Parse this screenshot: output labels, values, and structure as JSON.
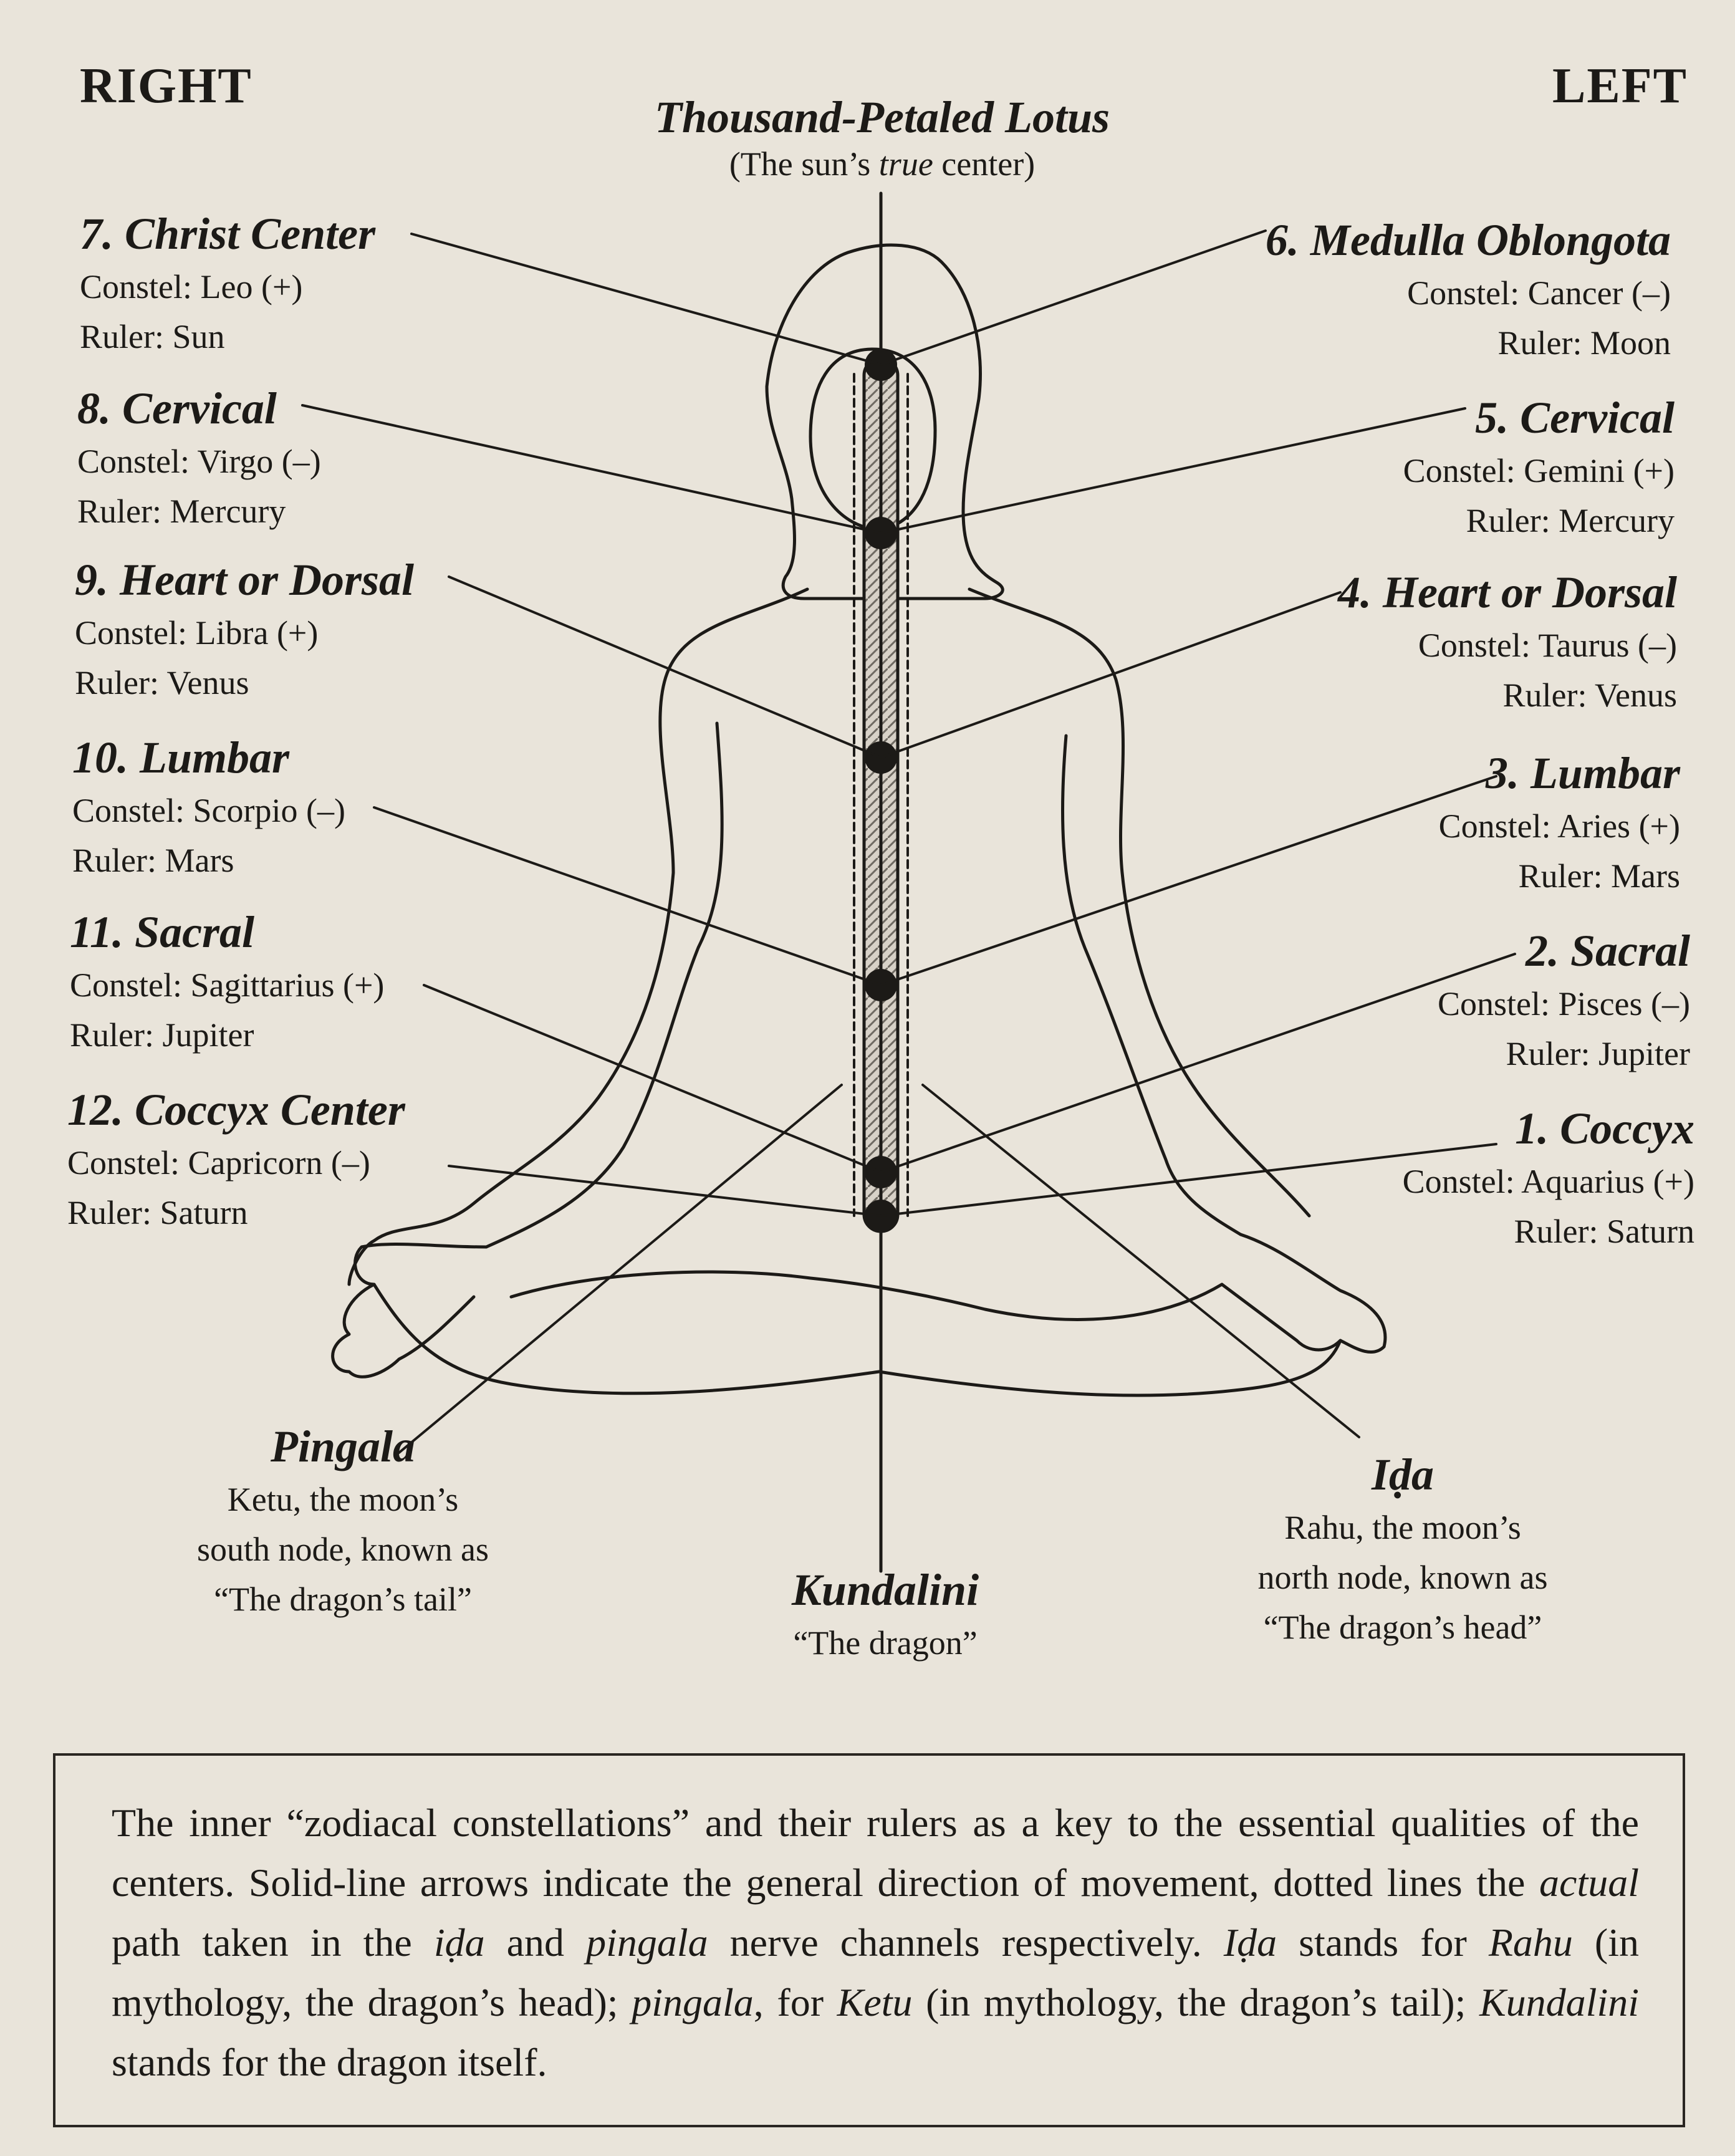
{
  "headers": {
    "right": "RIGHT",
    "left": "LEFT"
  },
  "top": {
    "title": "Thousand-Petaled Lotus",
    "subtitle_pre": "(The sun’s ",
    "subtitle_em": "true",
    "subtitle_post": " center)"
  },
  "centers_right": [
    {
      "title": "7. Christ Center",
      "constel": "Constel: Leo (+)",
      "ruler": "Ruler: Sun"
    },
    {
      "title": "8. Cervical",
      "constel": "Constel: Virgo (–)",
      "ruler": "Ruler: Mercury"
    },
    {
      "title": "9. Heart or Dorsal",
      "constel": "Constel: Libra (+)",
      "ruler": "Ruler: Venus"
    },
    {
      "title": "10. Lumbar",
      "constel": "Constel: Scorpio (–)",
      "ruler": "Ruler: Mars"
    },
    {
      "title": "11. Sacral",
      "constel": "Constel: Sagittarius (+)",
      "ruler": "Ruler: Jupiter"
    },
    {
      "title": "12. Coccyx Center",
      "constel": "Constel: Capricorn (–)",
      "ruler": "Ruler: Saturn"
    }
  ],
  "centers_left": [
    {
      "title": "6. Medulla Oblongota",
      "constel": "Constel: Cancer (–)",
      "ruler": "Ruler: Moon"
    },
    {
      "title": "5. Cervical",
      "constel": "Constel: Gemini (+)",
      "ruler": "Ruler: Mercury"
    },
    {
      "title": "4. Heart or Dorsal",
      "constel": "Constel: Taurus (–)",
      "ruler": "Ruler: Venus"
    },
    {
      "title": "3. Lumbar",
      "constel": "Constel: Aries (+)",
      "ruler": "Ruler: Mars"
    },
    {
      "title": "2. Sacral",
      "constel": "Constel: Pisces (–)",
      "ruler": "Ruler: Jupiter"
    },
    {
      "title": "1. Coccyx",
      "constel": "Constel: Aquarius (+)",
      "ruler": "Ruler: Saturn"
    }
  ],
  "pingala": {
    "name": "Pingala",
    "l1": "Ketu, the moon’s",
    "l2": "south node, known as",
    "l3": "“The dragon’s tail”"
  },
  "kundalini": {
    "name": "Kundalini",
    "l1": "“The dragon”"
  },
  "ida": {
    "name": "Iḍa",
    "l1": "Rahu, the moon’s",
    "l2": "north node, known as",
    "l3": "“The dragon’s head”"
  },
  "caption": {
    "p1": "The inner “zodiacal constellations” and their rulers as a key to the essential qualities of the centers. Solid-line arrows indicate the general direction of movement, dotted lines the ",
    "e1": "actual",
    "p2": " path taken in the ",
    "e2": "iḍa",
    "p3": " and ",
    "e3": "pingala",
    "p4": " nerve channels respectively. ",
    "e4": "Iḍa",
    "p5": " stands for ",
    "e5": "Rahu",
    "p6": " (in mythology, the dragon’s head); ",
    "e6": "pingala",
    "p7": ", for ",
    "e7": "Ketu",
    "p8": " (in mythology, the dragon’s tail); ",
    "e8": "Kundalini",
    "p9": " stands for the dragon itself."
  }
}
